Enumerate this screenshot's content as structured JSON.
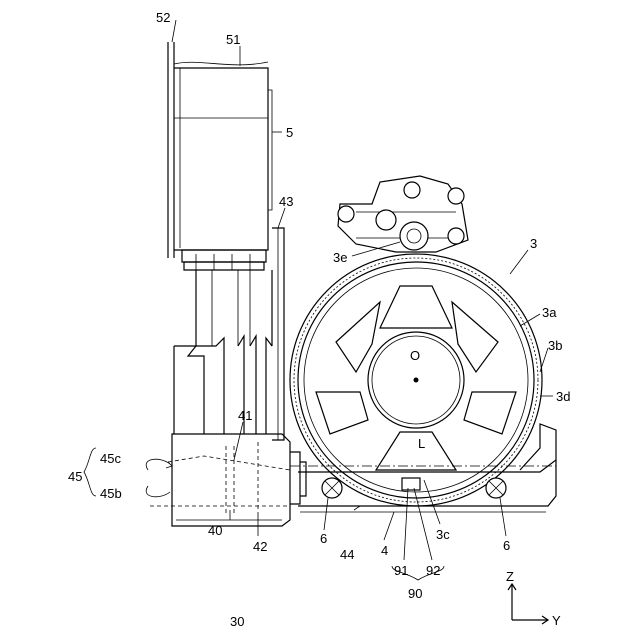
{
  "labels": {
    "l52": "52",
    "l51": "51",
    "l5": "5",
    "l43": "43",
    "l3": "3",
    "l3e": "3e",
    "l3a": "3a",
    "l3b": "3b",
    "l3d": "3d",
    "lO": "O",
    "lL": "L",
    "l41": "41",
    "l45c": "45c",
    "l45": "45",
    "l45b": "45b",
    "l40": "40",
    "l42": "42",
    "l30": "30",
    "l6a": "6",
    "l44": "44",
    "l4": "4",
    "l91": "91",
    "l92": "92",
    "l3c": "3c",
    "l6b": "6",
    "l90": "90",
    "lZ": "Z",
    "lY": "Y"
  }
}
